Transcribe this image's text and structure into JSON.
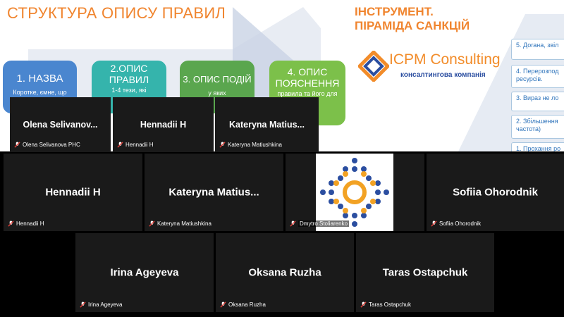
{
  "slides": {
    "left_title": "СТРУКТУРА ОПИСУ ПРАВИЛ",
    "right_title_line1": "ІНСТРУМЕНТ.",
    "right_title_line2": "ПІРАМІДА САНКЦІЙ",
    "boxes": [
      {
        "head": "1. НАЗВА",
        "sub": "Коротке, ємне, що"
      },
      {
        "head": "2.ОПИС ПРАВИЛ",
        "sub": "1-4 тези, які"
      },
      {
        "head": "3. ОПИС ПОДІЙ",
        "sub": "у яких"
      },
      {
        "head": "4. ОПИС ПОЯСНЕННЯ",
        "sub": "правила та його для ів."
      }
    ],
    "logo_name": "ICPM Consulting",
    "logo_tagline": "консалтингова компанія",
    "pyramid": [
      "5. Догана, звіл",
      "4. Перерозпод ресурсів.",
      "3. Вираз не ло",
      "2. Збільшення частота)",
      "1. Прохання ро"
    ]
  },
  "participants": {
    "row1": [
      {
        "display": "Olena  Selivanov...",
        "label": "Olena Selivanova PHC"
      },
      {
        "display": "Hennadii H",
        "label": "Hennadii H"
      },
      {
        "display": "Kateryna  Matius...",
        "label": "Kateryna Matiushkina"
      }
    ],
    "row2": [
      {
        "display": "Hennadii H",
        "label": "Hennadii H"
      },
      {
        "display": "Kateryna  Matius...",
        "label": "Kateryna Matiushkina"
      },
      {
        "display": "",
        "label": "Dmytro Stoliarenko"
      },
      {
        "display": "Sofiia Ohorodnik",
        "label": "Sofiia Ohorodnik"
      }
    ],
    "row3": [
      {
        "display": "Irina Ageyeva",
        "label": "Irina Ageyeva"
      },
      {
        "display": "Oksana Ruzha",
        "label": "Oksana Ruzha"
      },
      {
        "display": "Taras Ostapchuk",
        "label": "Taras Ostapchuk"
      }
    ]
  },
  "colors": {
    "accent_orange": "#f0852f",
    "logo_blue": "#2b4ea0",
    "mic_muted": "#e0403a"
  },
  "icons": {
    "mic": "microphone-muted-icon",
    "avatar": "dotted-logo-icon"
  }
}
